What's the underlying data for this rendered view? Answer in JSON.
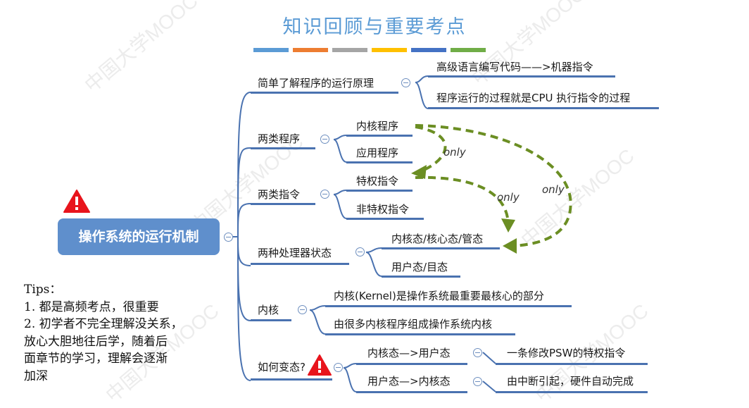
{
  "title": "知识回顾与重要考点",
  "title_bar_colors": [
    "#5b9bd5",
    "#ed7d31",
    "#a5a5a5",
    "#ffc000",
    "#4472c4",
    "#70ad47"
  ],
  "root": {
    "label": "操作系统的运行机制"
  },
  "branches": [
    {
      "label": "简单了解程序的运行原理",
      "children": [
        "高级语言编写代码——>机器指令",
        "程序运行的过程就是CPU 执行指令的过程"
      ]
    },
    {
      "label": "两类程序",
      "children": [
        "内核程序",
        "应用程序"
      ]
    },
    {
      "label": "两类指令",
      "children": [
        "特权指令",
        "非特权指令"
      ]
    },
    {
      "label": "两种处理器状态",
      "children": [
        "内核态/核心态/管态",
        "用户态/目态"
      ]
    },
    {
      "label": "内核",
      "children": [
        "内核(Kernel)是操作系统最重要最核心的部分",
        "由很多内核程序组成操作系统内核"
      ]
    },
    {
      "label": "如何变态?",
      "children": [
        {
          "label": "内核态—>用户态",
          "detail": "一条修改PSW的特权指令"
        },
        {
          "label": "用户态—>内核态",
          "detail": "由中断引起，硬件自动完成"
        }
      ]
    }
  ],
  "annotations": [
    "only",
    "only",
    "only"
  ],
  "tips": {
    "heading": "Tips：",
    "lines": [
      "1. 都是高频考点，很重要",
      "2. 初学者不完全理解没关系，",
      "放心大胆地往后学，随着后",
      "面章节的学习，理解会逐渐",
      "加深"
    ]
  },
  "watermark": "中国大学MOOC",
  "colors": {
    "branch_line": "#4a72b0",
    "root_fill": "#5f8fcc",
    "arrow": "#6b8e23",
    "warning": "#e8141c"
  }
}
